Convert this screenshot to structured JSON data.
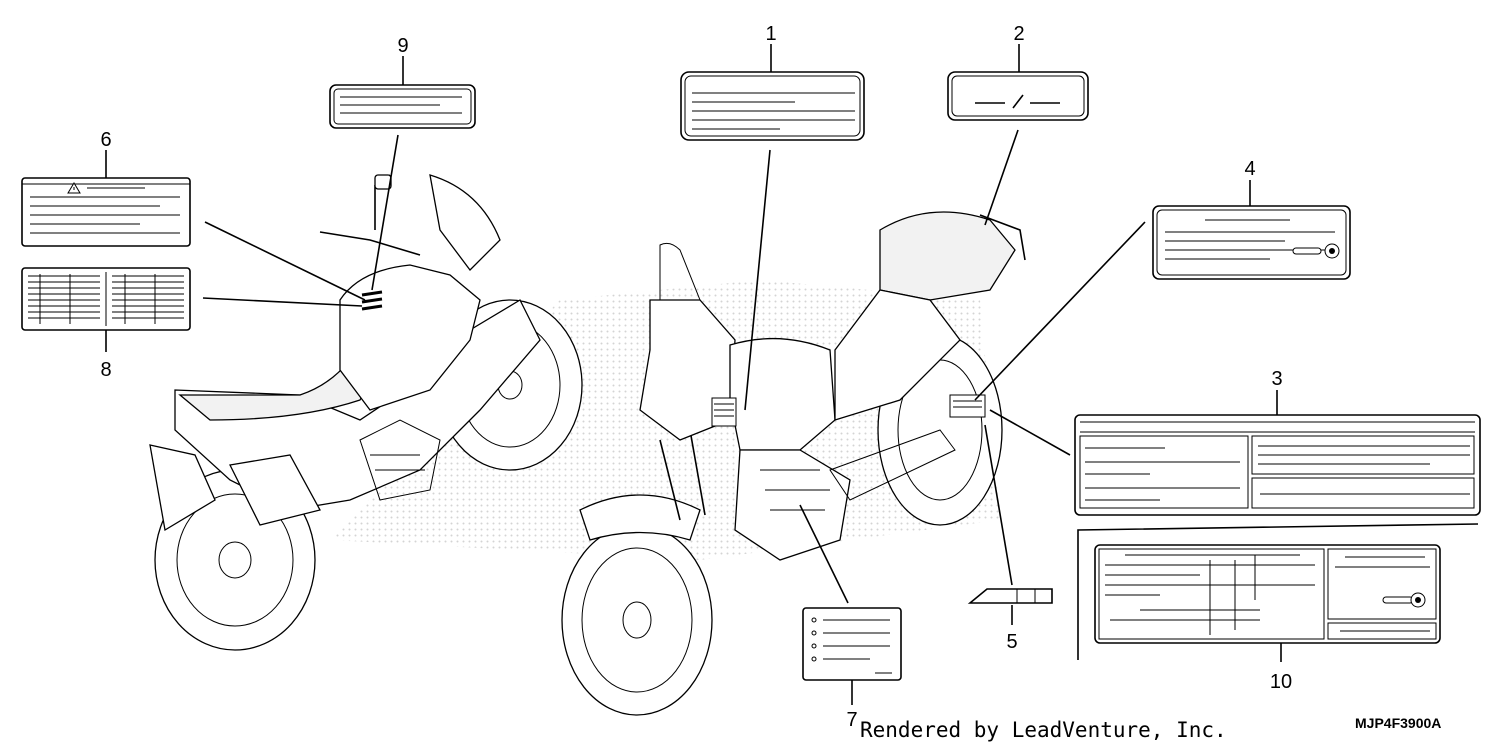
{
  "callouts": {
    "c1": "1",
    "c2": "2",
    "c3": "3",
    "c4": "4",
    "c5": "5",
    "c6": "6",
    "c7": "7",
    "c8": "8",
    "c9": "9",
    "c10": "10"
  },
  "diagram_code": "MJP4F3900A",
  "credit": "Rendered by LeadVenture, Inc.",
  "label2_text": "— / —",
  "colors": {
    "line": "#000000",
    "background": "#ffffff",
    "watermark": "#cfcfcf"
  }
}
